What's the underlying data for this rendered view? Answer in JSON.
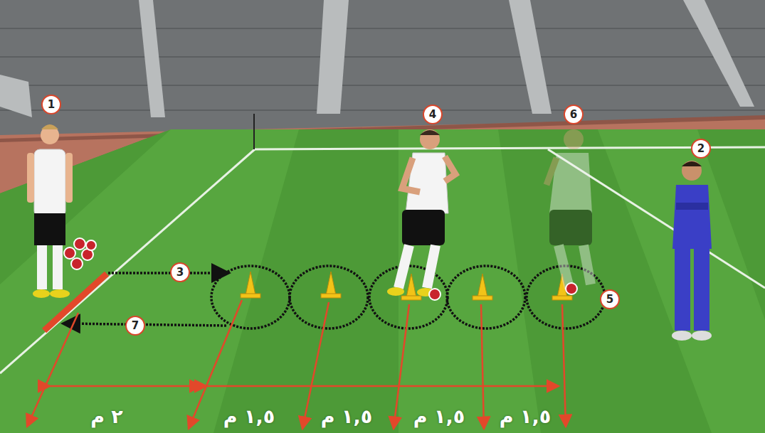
{
  "diagram": {
    "labels": [
      "1",
      "4",
      "6",
      "2",
      "3",
      "5",
      "7",
      "٢ م",
      "١,٥ م",
      "١,٥ م",
      "١,٥ م",
      "١,٥ م"
    ]
  }
}
